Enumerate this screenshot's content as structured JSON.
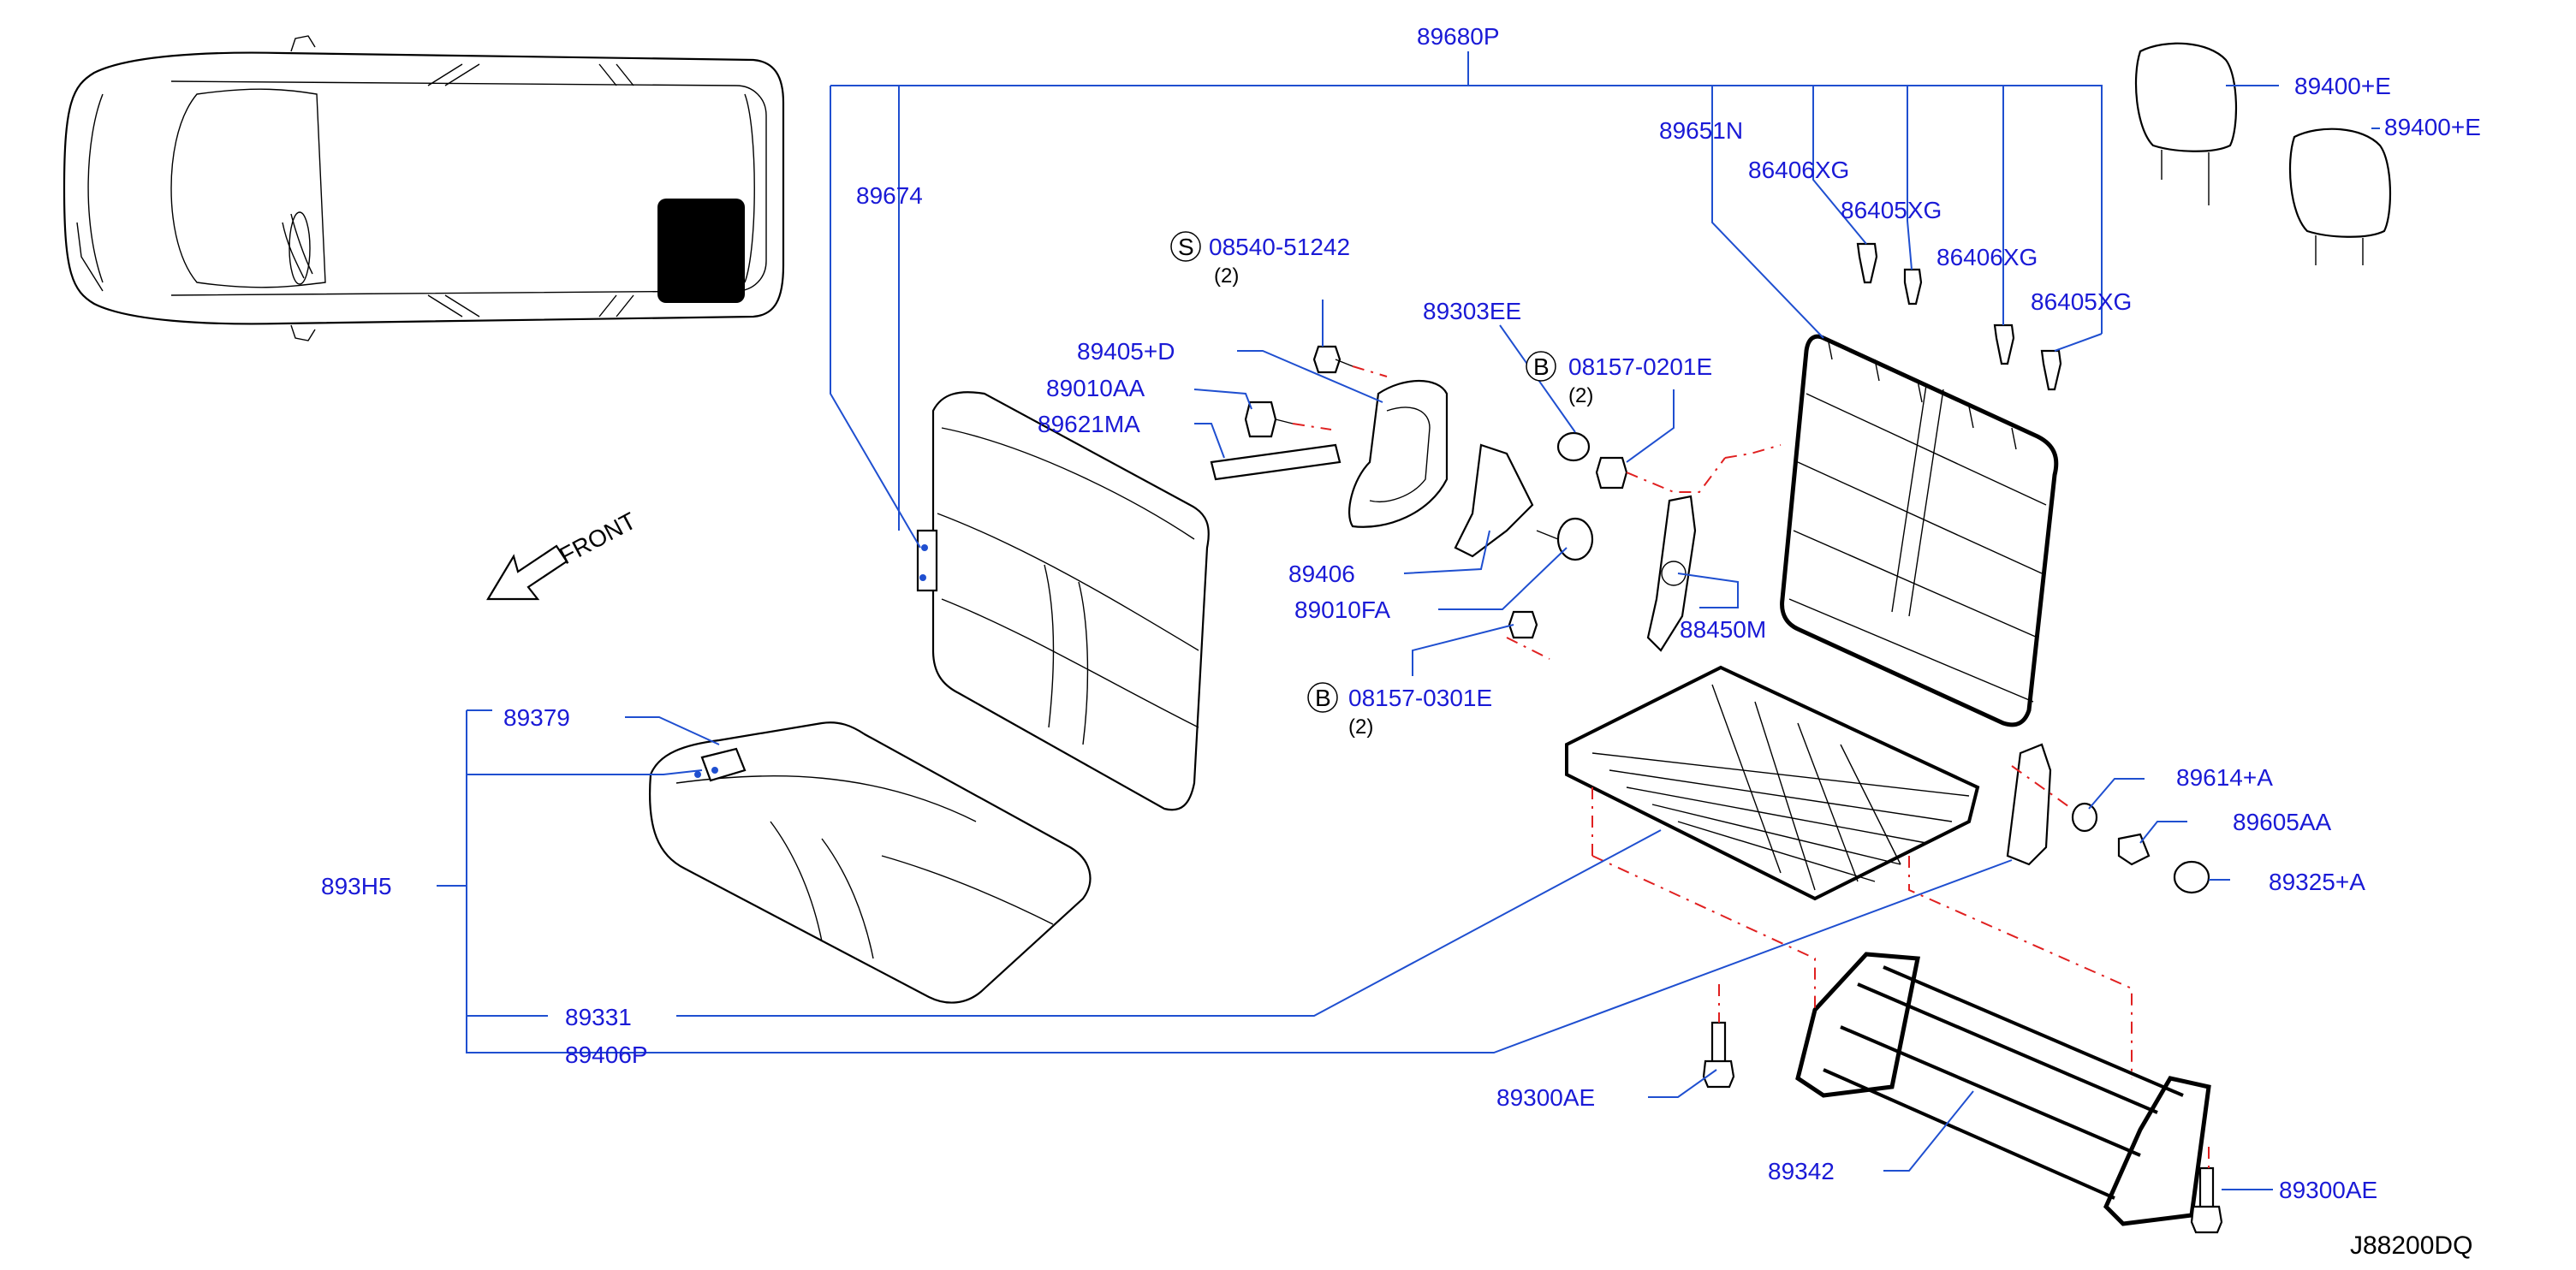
{
  "labels": {
    "p89680P": "89680P",
    "p89674": "89674",
    "p89651N": "89651N",
    "p86406XG_1": "86406XG",
    "p86405XG_1": "86405XG",
    "p86406XG_2": "86406XG",
    "p86405XG_2": "86405XG",
    "p89400E_1": "89400+E",
    "p89400E_2": "89400+E",
    "p08540": "08540-51242",
    "p08540_qty": "(2)",
    "p89303EE": "89303EE",
    "p08157_0201E": "08157-0201E",
    "p08157_0201E_qty": "(2)",
    "p89405D": "89405+D",
    "p89010AA": "89010AA",
    "p89621MA": "89621MA",
    "p89406": "89406",
    "p89010FA": "89010FA",
    "p88450M": "88450M",
    "p08157_0301E": "08157-0301E",
    "p08157_0301E_qty": "(2)",
    "p89379": "89379",
    "p893H5": "893H5",
    "p89331": "89331",
    "p89406P": "89406P",
    "p89614A": "89614+A",
    "p89605AA": "89605AA",
    "p89325A": "89325+A",
    "p89300AE_1": "89300AE",
    "p89342": "89342",
    "p89300AE_2": "89300AE",
    "front": "FRONT",
    "diagram_code": "J88200DQ",
    "circle_S": "S",
    "circle_B1": "B",
    "circle_B2": "B"
  },
  "colors": {
    "label": "#1a1ad6",
    "leader": "#1f4fd0",
    "hidden_line": "#e02020",
    "outline": "#000000"
  }
}
